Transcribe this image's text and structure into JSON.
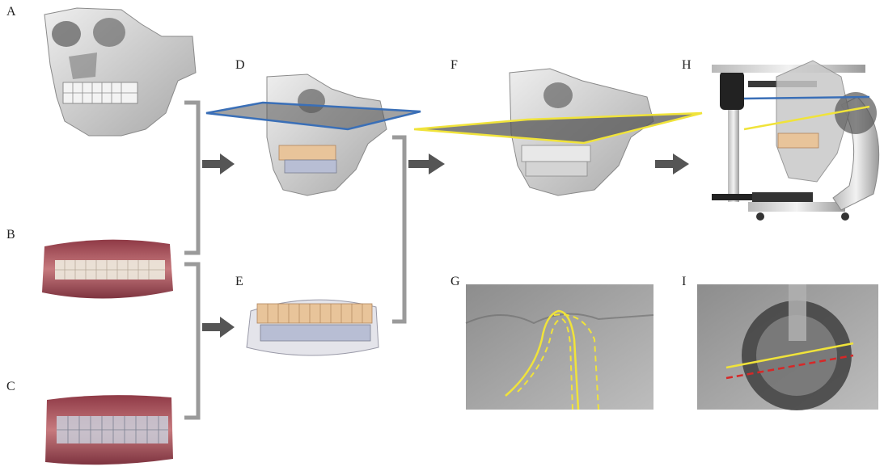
{
  "labels": {
    "a": "A",
    "b": "B",
    "c": "C",
    "d": "D",
    "e": "E",
    "f": "F",
    "g": "G",
    "h": "H",
    "i": "I"
  },
  "colors": {
    "bone": "#d4d4d4",
    "bone_shadow": "#9a9a9a",
    "gum": "#a8525c",
    "tooth": "#ece6da",
    "tooth_beige": "#e8c49a",
    "scan_blue": "#b8bed4",
    "plane_blue": "#3a6fb7",
    "plane_yellow": "#f0e33a",
    "plane_fill": "#555555",
    "arrow": "#555555",
    "bracket": "#9a9a9a",
    "red_dash": "#d62828"
  }
}
